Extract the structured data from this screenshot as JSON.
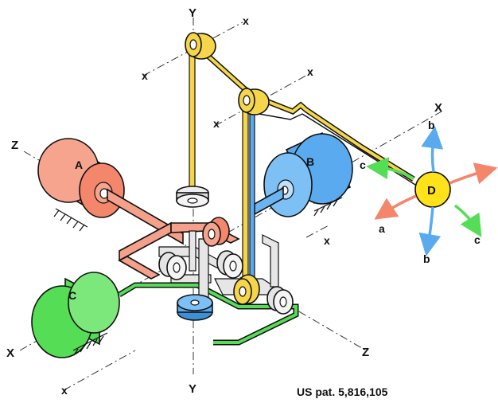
{
  "axis_labels": {
    "y_top": "Y",
    "y_bottom": "Y",
    "z_left": "Z",
    "z_right": "Z",
    "x_left": "X",
    "x_right": "X",
    "x_small_1": "x",
    "x_small_2": "x",
    "x_small_3": "x",
    "x_small_4": "x",
    "x_small_5": "x",
    "x_small_6": "x",
    "x_small_7": "x"
  },
  "motors": {
    "a": {
      "label": "A",
      "color": "#f4866c"
    },
    "b": {
      "label": "B",
      "color": "#5aaaf0"
    },
    "c": {
      "label": "C",
      "color": "#55dd55"
    },
    "d": {
      "label": "D",
      "color": "#ffe21a"
    }
  },
  "rotations": {
    "a": "a",
    "b_top": "b",
    "b_bottom": "b",
    "c_left": "c",
    "c_right": "c"
  },
  "colors": {
    "belt": "#f5d64a",
    "shaft": "#e8e8e8",
    "arrow_a": "#f4866c",
    "arrow_b": "#5aaaf0",
    "arrow_c": "#55dd55"
  },
  "patent": "US pat. 5,816,105"
}
